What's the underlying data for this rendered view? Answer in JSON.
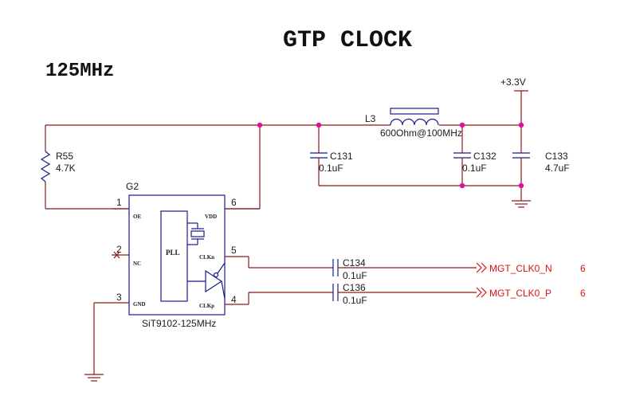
{
  "title": "GTP CLOCK",
  "subtitle": "125MHz",
  "power_label": "+3.3V",
  "resistor": {
    "ref": "R55",
    "value": "4.7K"
  },
  "inductor": {
    "ref": "L3",
    "value": "600Ohm@100MHz"
  },
  "caps": [
    {
      "ref": "C131",
      "value": "0.1uF"
    },
    {
      "ref": "C132",
      "value": "0.1uF"
    },
    {
      "ref": "C133",
      "value": "4.7uF"
    },
    {
      "ref": "C134",
      "value": "0.1uF"
    },
    {
      "ref": "C136",
      "value": "0.1uF"
    }
  ],
  "chip": {
    "ref": "G2",
    "part": "SiT9102-125MHz",
    "block": "PLL",
    "pins": [
      {
        "num": "1",
        "name": "OE"
      },
      {
        "num": "2",
        "name": "NC"
      },
      {
        "num": "3",
        "name": "GND"
      },
      {
        "num": "4",
        "name": "CLKp"
      },
      {
        "num": "5",
        "name": "CLKn"
      },
      {
        "num": "6",
        "name": "VDD"
      }
    ]
  },
  "nets": [
    {
      "name": "MGT_CLK0_N",
      "sheet": "6"
    },
    {
      "name": "MGT_CLK0_P",
      "sheet": "6"
    }
  ]
}
